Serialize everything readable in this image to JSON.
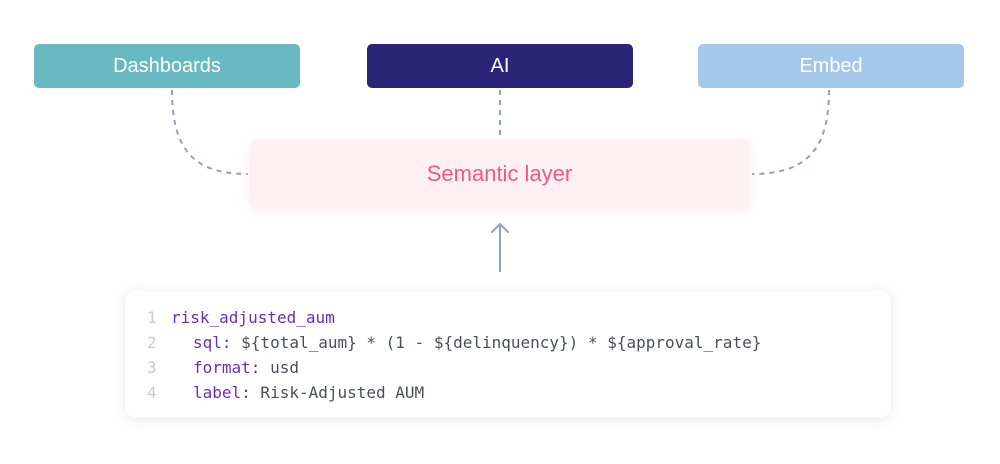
{
  "diagram": {
    "top_nodes": [
      {
        "label": "Dashboards",
        "color": "#69b9c3"
      },
      {
        "label": "AI",
        "color": "#2c2577"
      },
      {
        "label": "Embed",
        "color": "#a5c8e8"
      }
    ],
    "center_node": {
      "label": "Semantic layer",
      "color": "#ef5a85",
      "background": "#fff0f3"
    },
    "connector_color": "#8fa4b5"
  },
  "code": {
    "lines": [
      {
        "number": "1",
        "name": "risk_adjusted_aum"
      },
      {
        "number": "2",
        "key": "sql:",
        "value": " ${total_aum} * (1 - ${delinquency}) * ${approval_rate}"
      },
      {
        "number": "3",
        "key": "format:",
        "value": " usd"
      },
      {
        "number": "4",
        "key": "label:",
        "value": " Risk-Adjusted AUM"
      }
    ],
    "key_color": "#6a2fb3"
  }
}
